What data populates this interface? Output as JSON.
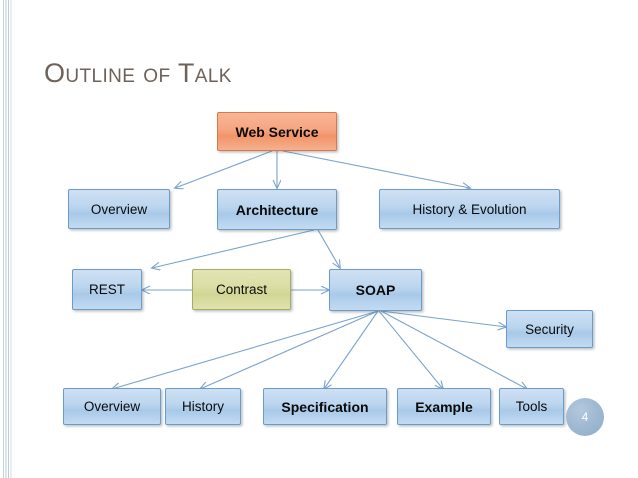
{
  "slide": {
    "title": "Outline of Talk",
    "page_number": "4",
    "title_color": "#6d6259",
    "accent_blue": "#a9c9e9",
    "accent_orange": "#f29468",
    "accent_olive": "#d2d694",
    "arrow_color": "#7ba3cb"
  },
  "diagram": {
    "nodes": {
      "web_service": "Web Service",
      "overview_top": "Overview",
      "architecture": "Architecture",
      "history_evolution": "History & Evolution",
      "rest": "REST",
      "contrast": "Contrast",
      "soap": "SOAP",
      "security": "Security",
      "overview_bottom": "Overview",
      "history": "History",
      "specification": "Specification",
      "example": "Example",
      "tools": "Tools"
    }
  }
}
